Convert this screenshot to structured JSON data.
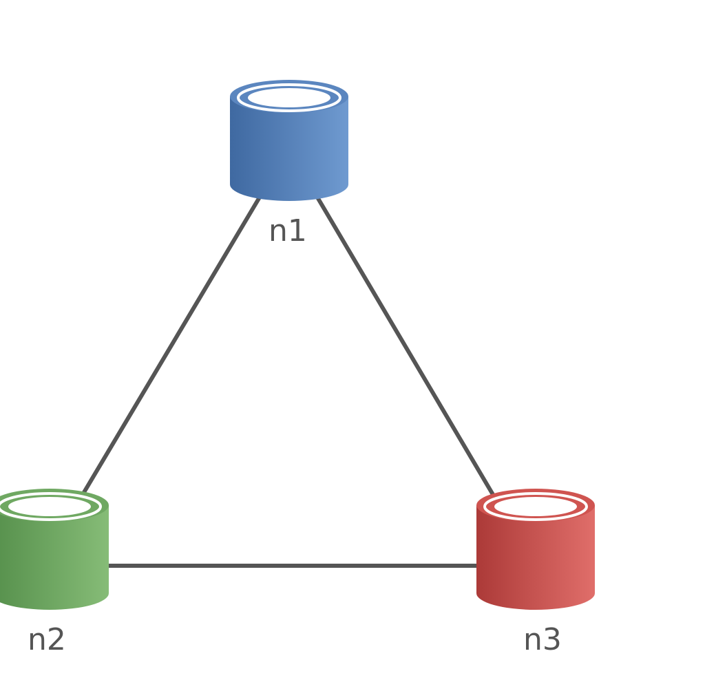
{
  "nodes": [
    {
      "id": "n1",
      "label": "n1",
      "color": "#5b86bf"
    },
    {
      "id": "n2",
      "label": "n2",
      "color": "#6fa862"
    },
    {
      "id": "n3",
      "label": "n3",
      "color": "#cf5450"
    }
  ],
  "edges": [
    {
      "from": "n1",
      "to": "n2"
    },
    {
      "from": "n1",
      "to": "n3"
    },
    {
      "from": "n2",
      "to": "n3"
    }
  ],
  "edge_color": "#555555"
}
